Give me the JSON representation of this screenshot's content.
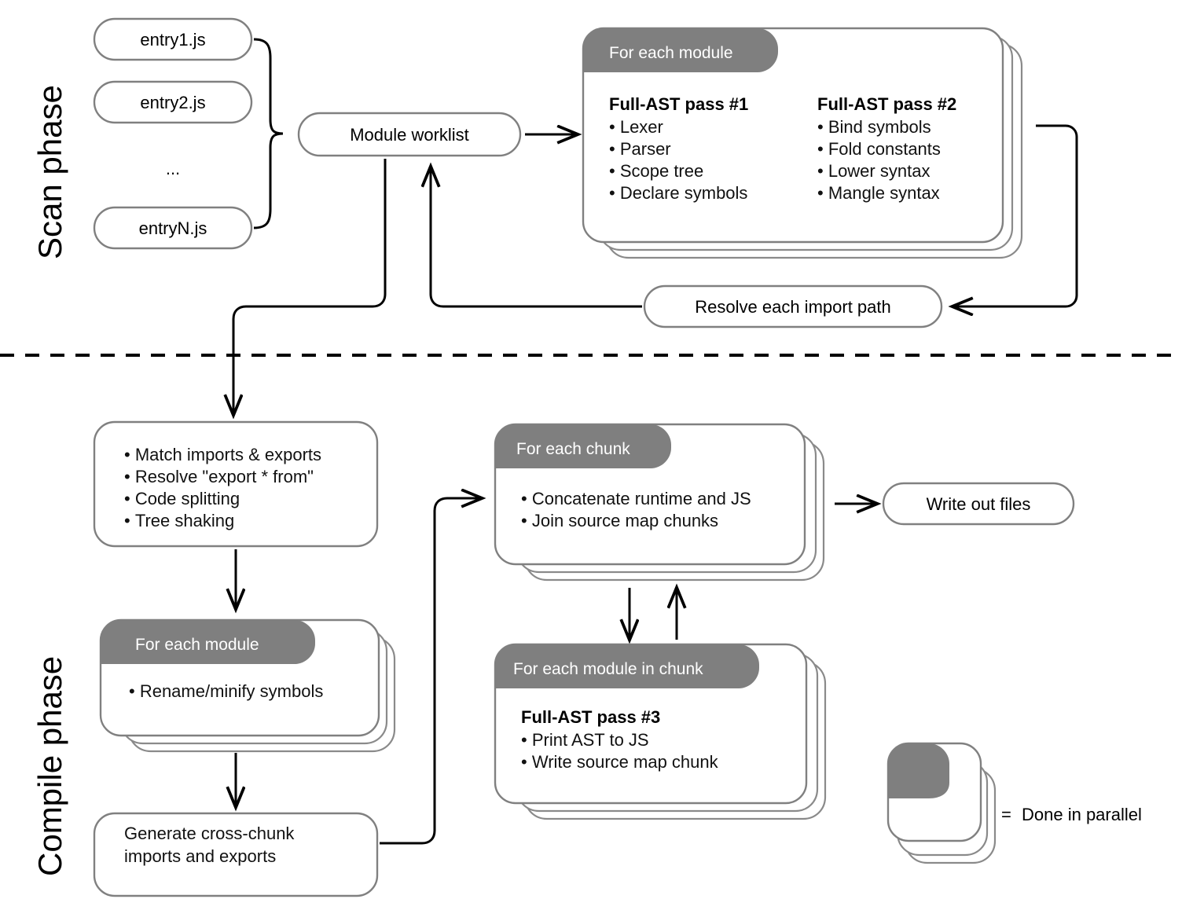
{
  "colors": {
    "header_grey": "#7f7f7f",
    "border_grey": "#808080",
    "line_black": "#000000",
    "background": "#ffffff"
  },
  "phases": [
    {
      "label": "Scan phase"
    },
    {
      "label": "Compile phase"
    }
  ],
  "scan_phase": {
    "entry_nodes": [
      {
        "label": "entry1.js"
      },
      {
        "label": "entry2.js"
      },
      {
        "label": "..."
      },
      {
        "label": "entryN.js"
      }
    ],
    "worklist": {
      "label": "Module worklist"
    },
    "module_card": {
      "header": "For each module",
      "columns": [
        {
          "title": "Full-AST pass #1",
          "items": [
            "Lexer",
            "Parser",
            "Scope tree",
            "Declare symbols"
          ]
        },
        {
          "title": "Full-AST pass #2",
          "items": [
            "Bind symbols",
            "Fold constants",
            "Lower syntax",
            "Mangle syntax"
          ]
        }
      ]
    },
    "resolve_node": {
      "label": "Resolve each import path"
    }
  },
  "compile_phase": {
    "link_box": {
      "items": [
        "Match imports & exports",
        "Resolve \"export * from\"",
        "Code splitting",
        "Tree shaking"
      ]
    },
    "rename_card": {
      "header": "For each module",
      "items": [
        "Rename/minify symbols"
      ]
    },
    "cross_chunk_box": {
      "lines": [
        "Generate cross-chunk",
        "imports and exports"
      ]
    },
    "chunk_card": {
      "header": "For each chunk",
      "items": [
        "Concatenate runtime and JS",
        "Join source map chunks"
      ]
    },
    "module_in_chunk_card": {
      "header": "For each module in chunk",
      "title": "Full-AST pass #3",
      "items": [
        "Print AST to JS",
        "Write source map chunk"
      ]
    },
    "write_node": {
      "label": "Write out files"
    }
  },
  "legend": {
    "equals": "=",
    "label": "Done in parallel"
  }
}
